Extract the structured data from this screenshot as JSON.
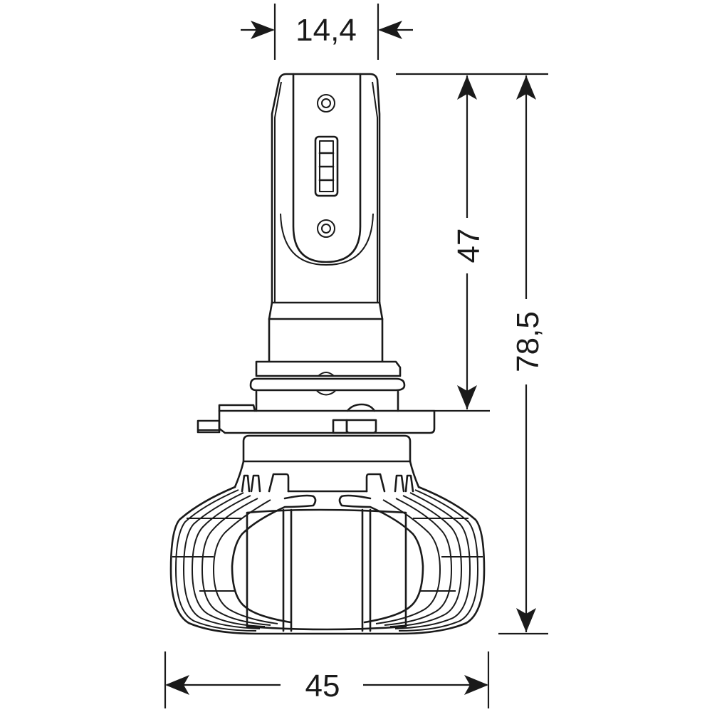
{
  "drawing": {
    "subject": "LED headlight bulb dimension drawing",
    "units": "mm",
    "line_color": "#1a1a1a",
    "background": "#ffffff"
  },
  "dimensions": {
    "top_width": {
      "label": "14,4",
      "value": 14.4,
      "orientation": "horizontal"
    },
    "upper_height": {
      "label": "47",
      "value": 47,
      "orientation": "vertical"
    },
    "total_height": {
      "label": "78,5",
      "value": 78.5,
      "orientation": "vertical"
    },
    "base_width": {
      "label": "45",
      "value": 45,
      "orientation": "horizontal"
    }
  },
  "parts": {
    "led_board": {
      "led_chips": 4,
      "mount_screws": 2
    },
    "heatsink": {
      "fins": "layered"
    }
  }
}
